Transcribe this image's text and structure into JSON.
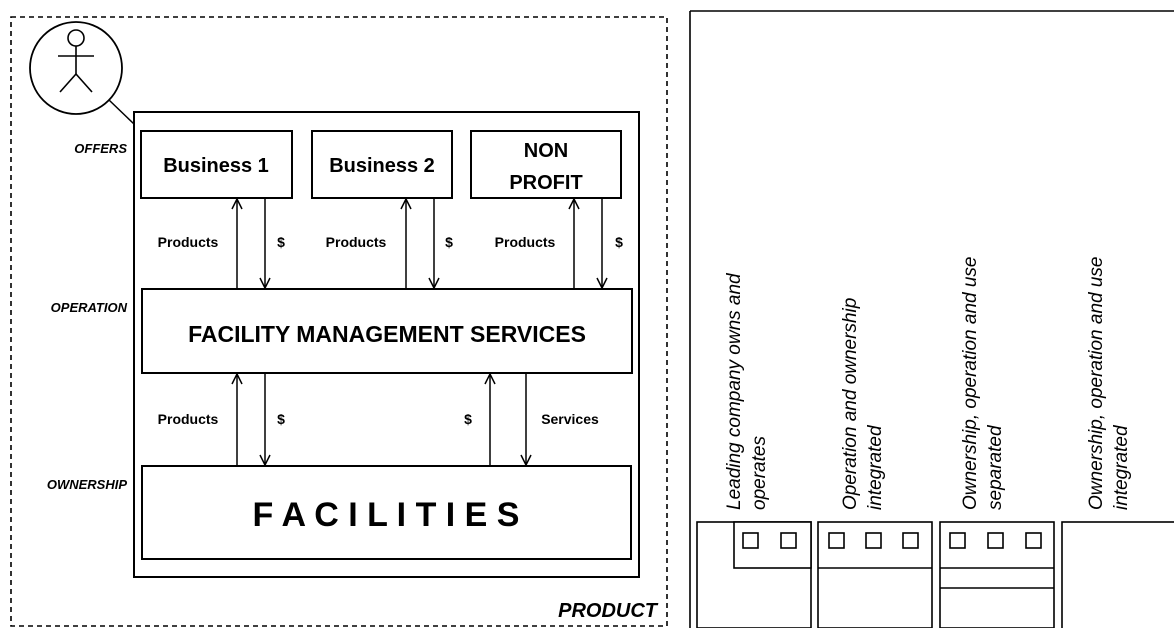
{
  "diagram": {
    "levels": {
      "offers": "OFFERS",
      "operation": "OPERATION",
      "ownership": "OWNERSHIP"
    },
    "product_label": "PRODUCT",
    "boxes": {
      "business1": "Business 1",
      "business2": "Business 2",
      "nonprofit_line1": "NON",
      "nonprofit_line2": "PROFIT",
      "fms": "FACILITY MANAGEMENT SERVICES",
      "facilities": "F A C I L I T I E S"
    },
    "arrow_labels": {
      "products": "Products",
      "dollar": "$",
      "services": "Services"
    }
  },
  "models": [
    {
      "line1": "Leading  company owns and",
      "line2": "operates"
    },
    {
      "line1": "Operation and ownership",
      "line2": "integrated"
    },
    {
      "line1": "Ownership, operation and use",
      "line2": "separated"
    },
    {
      "line1": "Ownership, operation and use",
      "line2": "integrated"
    }
  ]
}
